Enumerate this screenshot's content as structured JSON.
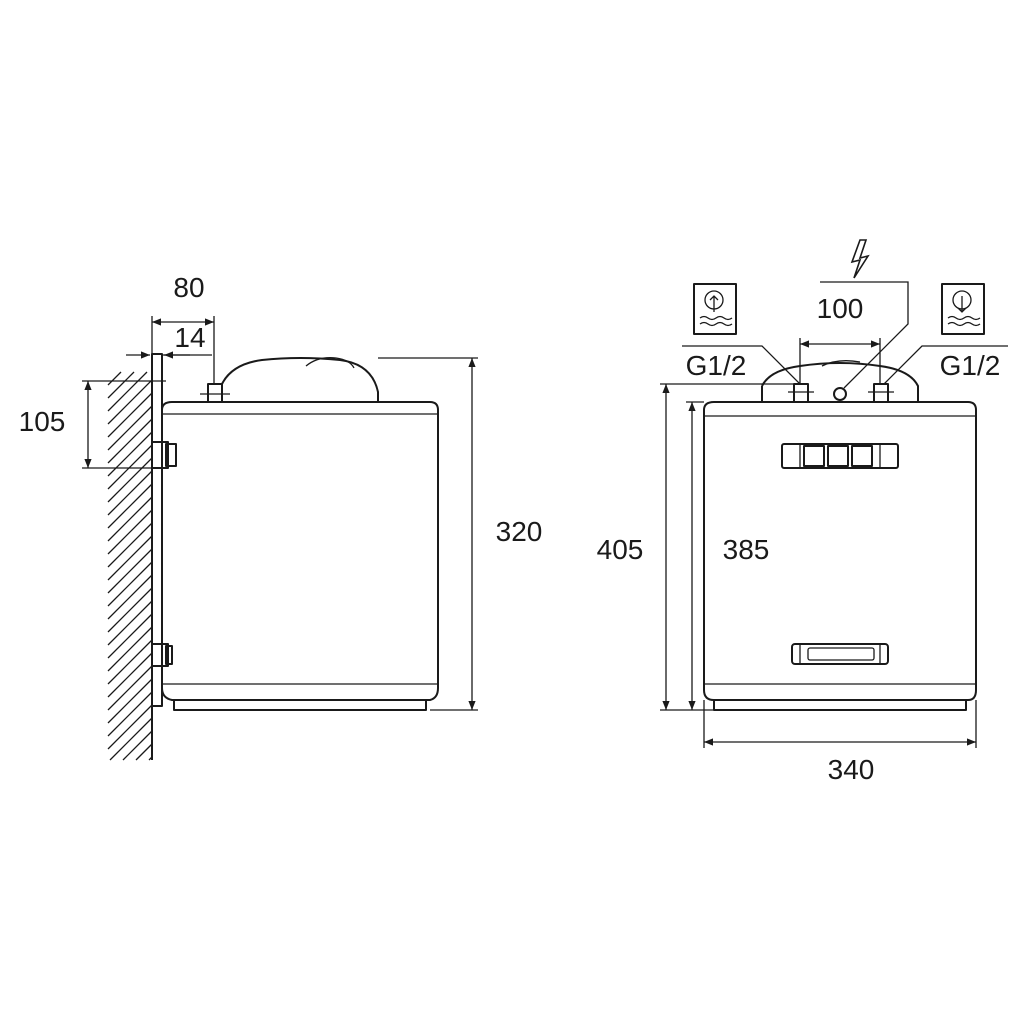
{
  "side_view": {
    "dim_wall_distance": "80",
    "dim_bracket_offset": "14",
    "dim_bracket_spacing": "105",
    "dim_height": "320"
  },
  "front_view": {
    "dim_pipe_spacing": "100",
    "thread_left": "G1/2",
    "thread_right": "G1/2",
    "dim_total_height": "405",
    "dim_body_height": "385",
    "dim_width": "340",
    "icon_left": "water-outlet-icon",
    "icon_right": "water-inlet-icon",
    "icon_power": "lightning-icon"
  }
}
